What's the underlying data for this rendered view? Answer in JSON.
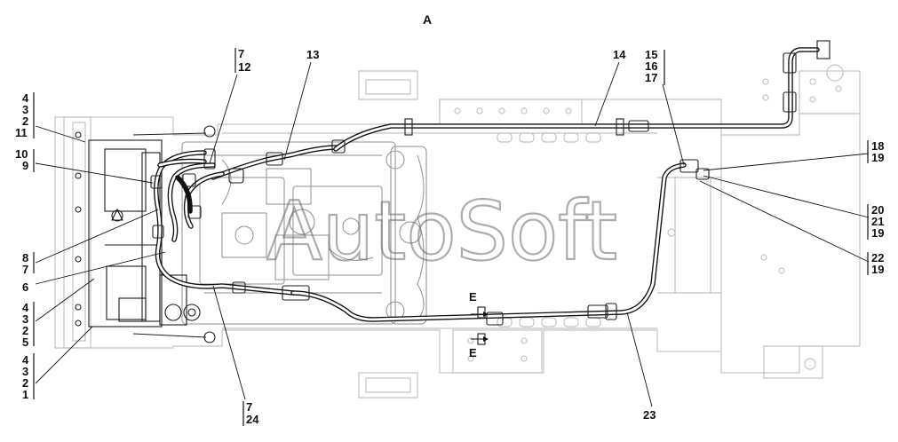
{
  "view_label": "A",
  "watermark": "AutoSoft",
  "section_label": "Е",
  "callouts": {
    "c_4_3_2_11": [
      "4",
      "3",
      "2",
      "11"
    ],
    "c_10_9": [
      "10",
      "9"
    ],
    "c_8_7": [
      "8",
      "7"
    ],
    "c_6": [
      "6"
    ],
    "c_4_3_2_5": [
      "4",
      "3",
      "2",
      "5"
    ],
    "c_4_3_2_1": [
      "4",
      "3",
      "2",
      "1"
    ],
    "c_7_12": [
      "7",
      "12"
    ],
    "c_13": [
      "13"
    ],
    "c_14": [
      "14"
    ],
    "c_15_16_17": [
      "15",
      "16",
      "17"
    ],
    "c_18_19": [
      "18",
      "19"
    ],
    "c_20_21_19": [
      "20",
      "21",
      "19"
    ],
    "c_22_19": [
      "22",
      "19"
    ],
    "c_7_24": [
      "7",
      "24"
    ],
    "c_23": [
      "23"
    ]
  }
}
